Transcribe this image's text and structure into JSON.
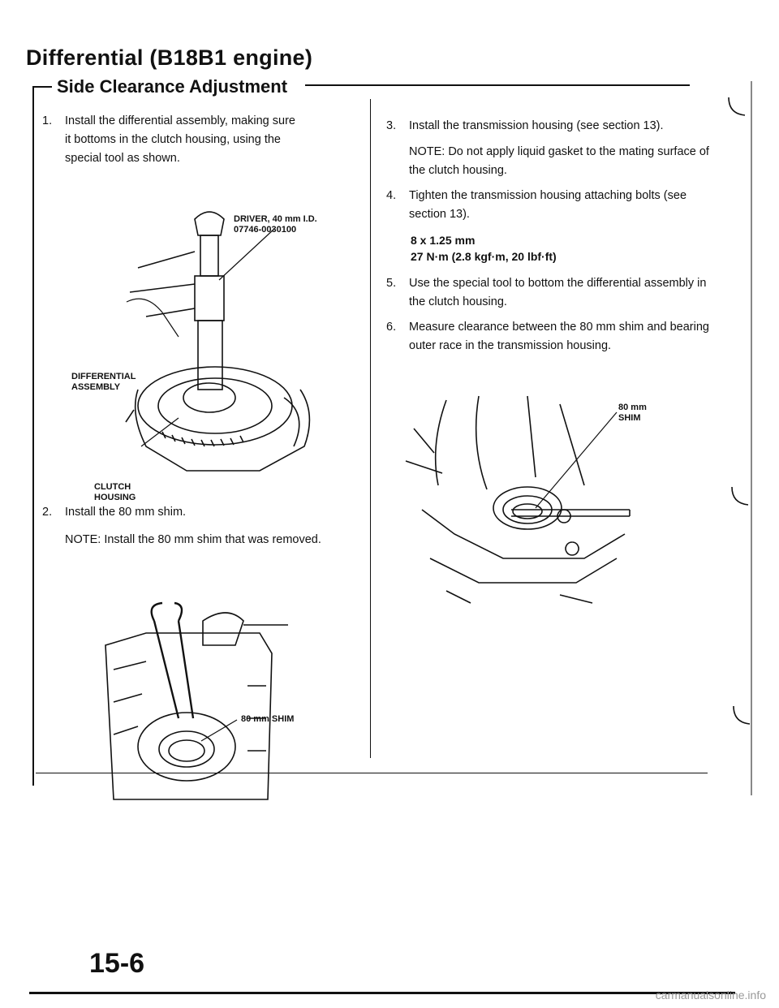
{
  "header": {
    "title": "Differential (B18B1 engine)",
    "subtitle": "Side Clearance Adjustment"
  },
  "left_column": {
    "step1": {
      "num": "1.",
      "text": "Install the differential assembly, making sure it bottoms in the clutch housing, using the special tool as shown."
    },
    "fig1": {
      "driver_label_line1": "DRIVER, 40 mm I.D.",
      "driver_label_line2": "07746-0030100",
      "assembly_label_line1": "DIFFERENTIAL",
      "assembly_label_line2": "ASSEMBLY",
      "housing_label_line1": "CLUTCH",
      "housing_label_line2": "HOUSING"
    },
    "step2": {
      "num": "2.",
      "text": "Install the 80 mm shim."
    },
    "note2": "NOTE: Install the 80 mm shim that was removed.",
    "fig2": {
      "shim_label": "80 mm SHIM"
    }
  },
  "right_column": {
    "step3": {
      "num": "3.",
      "text": "Install the transmission housing (see section 13)."
    },
    "note3": "NOTE: Do not apply liquid gasket to the mating surface of the clutch housing.",
    "step4": {
      "num": "4.",
      "text": "Tighten the transmission housing attaching bolts (see section 13)."
    },
    "spec_line1": "8 x 1.25 mm",
    "spec_line2": "27 N·m (2.8 kgf·m, 20 lbf·ft)",
    "step5": {
      "num": "5.",
      "text": "Use the special tool to bottom the differential assembly in the clutch housing."
    },
    "step6": {
      "num": "6.",
      "text": "Measure clearance between the 80 mm shim and bearing outer race in the transmission housing."
    },
    "fig3": {
      "shim_label_line1": "80 mm",
      "shim_label_line2": "SHIM"
    }
  },
  "page_number": "15-6",
  "footer": "carmanualsonline.info"
}
